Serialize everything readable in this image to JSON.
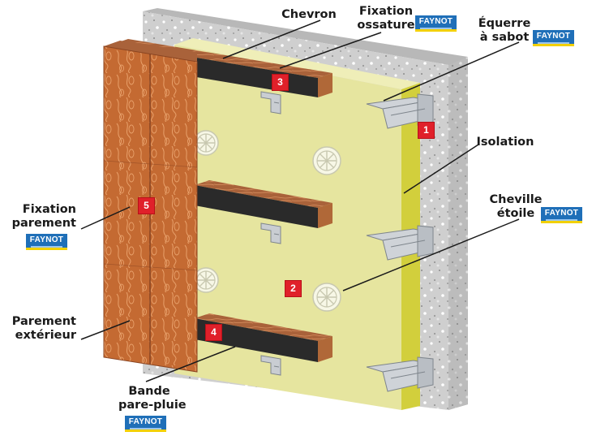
{
  "labels": {
    "chevron": "Chevron",
    "fixation_ossature_1": "Fixation",
    "fixation_ossature_2": "ossature",
    "equerre_1": "Équerre",
    "equerre_2": "à sabot",
    "isolation": "Isolation",
    "cheville_1": "Cheville",
    "cheville_2": "étoile",
    "fixation_parement_1": "Fixation",
    "fixation_parement_2": "parement",
    "parement_1": "Parement",
    "parement_2": "extérieur",
    "bande_1": "Bande",
    "bande_2": "pare-pluie"
  },
  "brand": {
    "name": "FAYNOT",
    "color": "#1f6fb8",
    "accent": "#f2d000"
  },
  "markers": [
    "1",
    "2",
    "3",
    "4",
    "5"
  ],
  "colors": {
    "wall": "#cfcfcf",
    "insulation": "#e6e59f",
    "insulation_edge": "#d2cf3c",
    "cladding": "#c46a32",
    "batten": "#2a2a2a",
    "marker": "#e0202a"
  }
}
